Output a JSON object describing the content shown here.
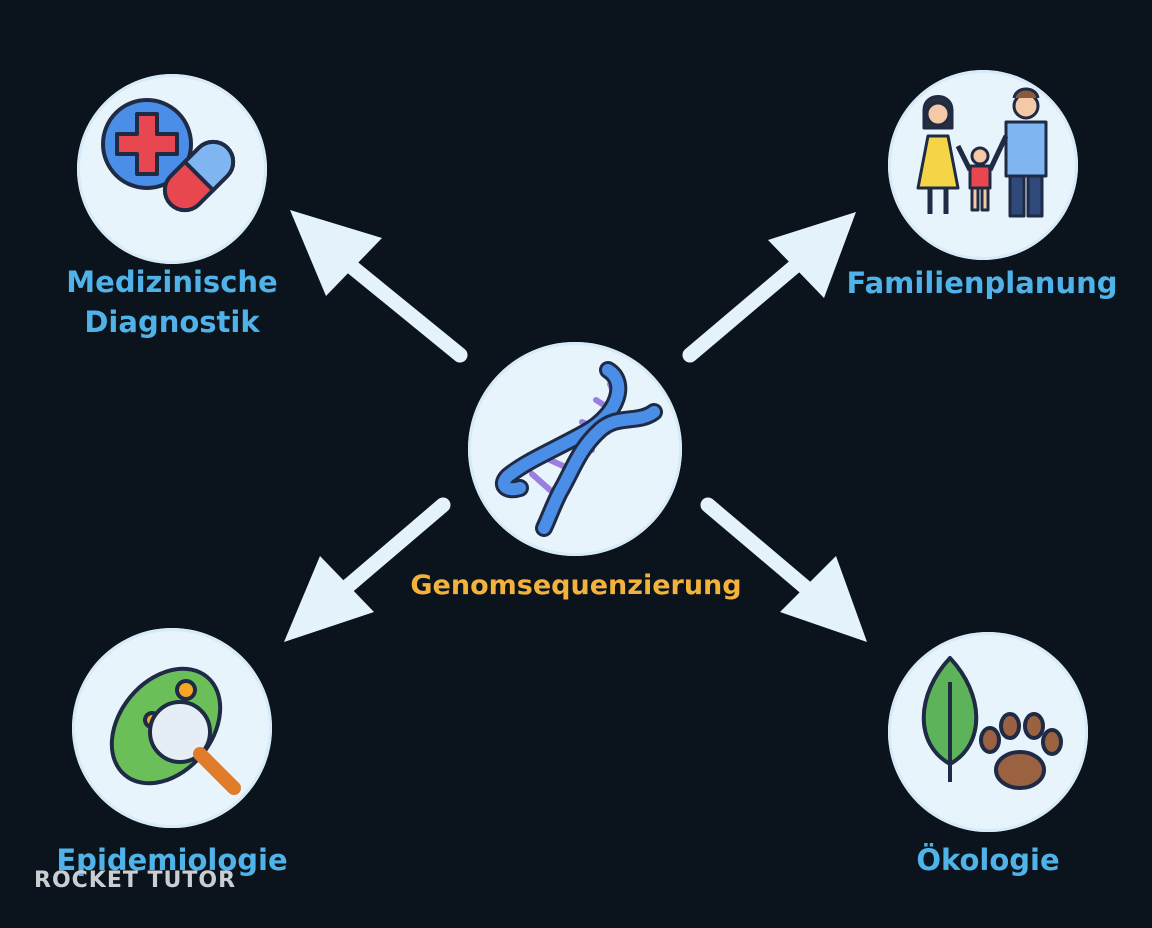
{
  "center": {
    "label": "Genomsequenzierung",
    "icon": "dna-icon"
  },
  "branches": [
    {
      "label_lines": [
        "Medizinische",
        "Diagnostik"
      ],
      "icon": "medical-cross-pill-icon"
    },
    {
      "label_lines": [
        "Familienplanung"
      ],
      "icon": "family-icon"
    },
    {
      "label_lines": [
        "Epidemiologie"
      ],
      "icon": "bacterium-magnifier-icon"
    },
    {
      "label_lines": [
        "Ökologie"
      ],
      "icon": "leaf-paw-icon"
    }
  ],
  "watermark": "ROCKET TUTOR",
  "colors": {
    "background": "#0b141c",
    "node_fill": "#e8f4fc",
    "arrow": "#e4f2fb",
    "branch_label": "#4fb3ea",
    "center_label": "#f2b23c"
  }
}
